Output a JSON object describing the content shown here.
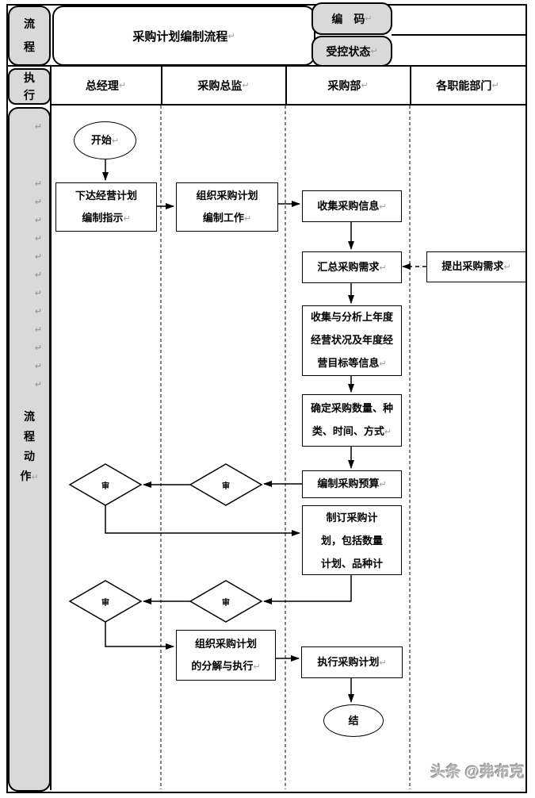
{
  "marks": {
    "return": "↵"
  },
  "header": {
    "process_label": "流\n程",
    "title": "采购计划编制流程",
    "code_label": "编　码",
    "controlled_status_label": "受控状态",
    "execute_label": "执\n行",
    "lanes": [
      "总经理",
      "采购总监",
      "采购部",
      "各职能部门"
    ]
  },
  "sidebar": {
    "actions_label": "流\n程\n动\n作"
  },
  "flowchart": {
    "start": "开始",
    "issue_instruction": "下达经营计划\n编制指示",
    "organize_preparation": "组织采购计划\n编制工作",
    "collect_info": "收集采购信息",
    "summarize_demand": "汇总采购需求",
    "propose_demand": "提出采购需求",
    "analyze_info": "收集与分析上年度\n经营状况及年度经\n营目标等信息",
    "determine_details": "确定采购数量、种\n类、时间、方式",
    "budget": "编制采购预算",
    "review": "审",
    "make_plan": "制订采购计\n划，包括数量\n计划、品种计",
    "decompose_execute": "组织采购计划\n的分解与执行",
    "execute_plan": "执行采购计划",
    "end": "结"
  },
  "watermark": "头条 @弗布克",
  "colors": {
    "tab_fill": "#d9d9d9",
    "line": "#000000",
    "return_mark": "#9e9e9e",
    "watermark": "#b3b3b3"
  }
}
